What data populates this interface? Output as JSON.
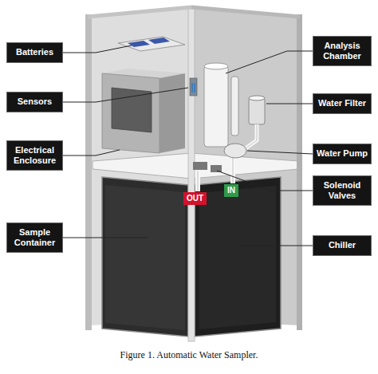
{
  "diagram": {
    "caption": "Figure 1. Automatic Water Sampler.",
    "nodes": [
      {
        "text": [
          "Batteries"
        ]
      },
      {
        "text": [
          "Analysis Chamber"
        ]
      },
      {
        "text": [
          "Sensors"
        ]
      },
      {
        "text": [
          "Water Filter"
        ]
      },
      {
        "text": [
          "Electrical Enclosure"
        ]
      },
      {
        "text": [
          "Water Pump"
        ]
      },
      {
        "text": [
          "Solenoid Valves"
        ]
      },
      {
        "text": [
          "OUT"
        ]
      },
      {
        "text": [
          "IN"
        ]
      },
      {
        "text": [
          "Sample Container"
        ]
      },
      {
        "text": [
          "Chiller"
        ]
      }
    ]
  }
}
